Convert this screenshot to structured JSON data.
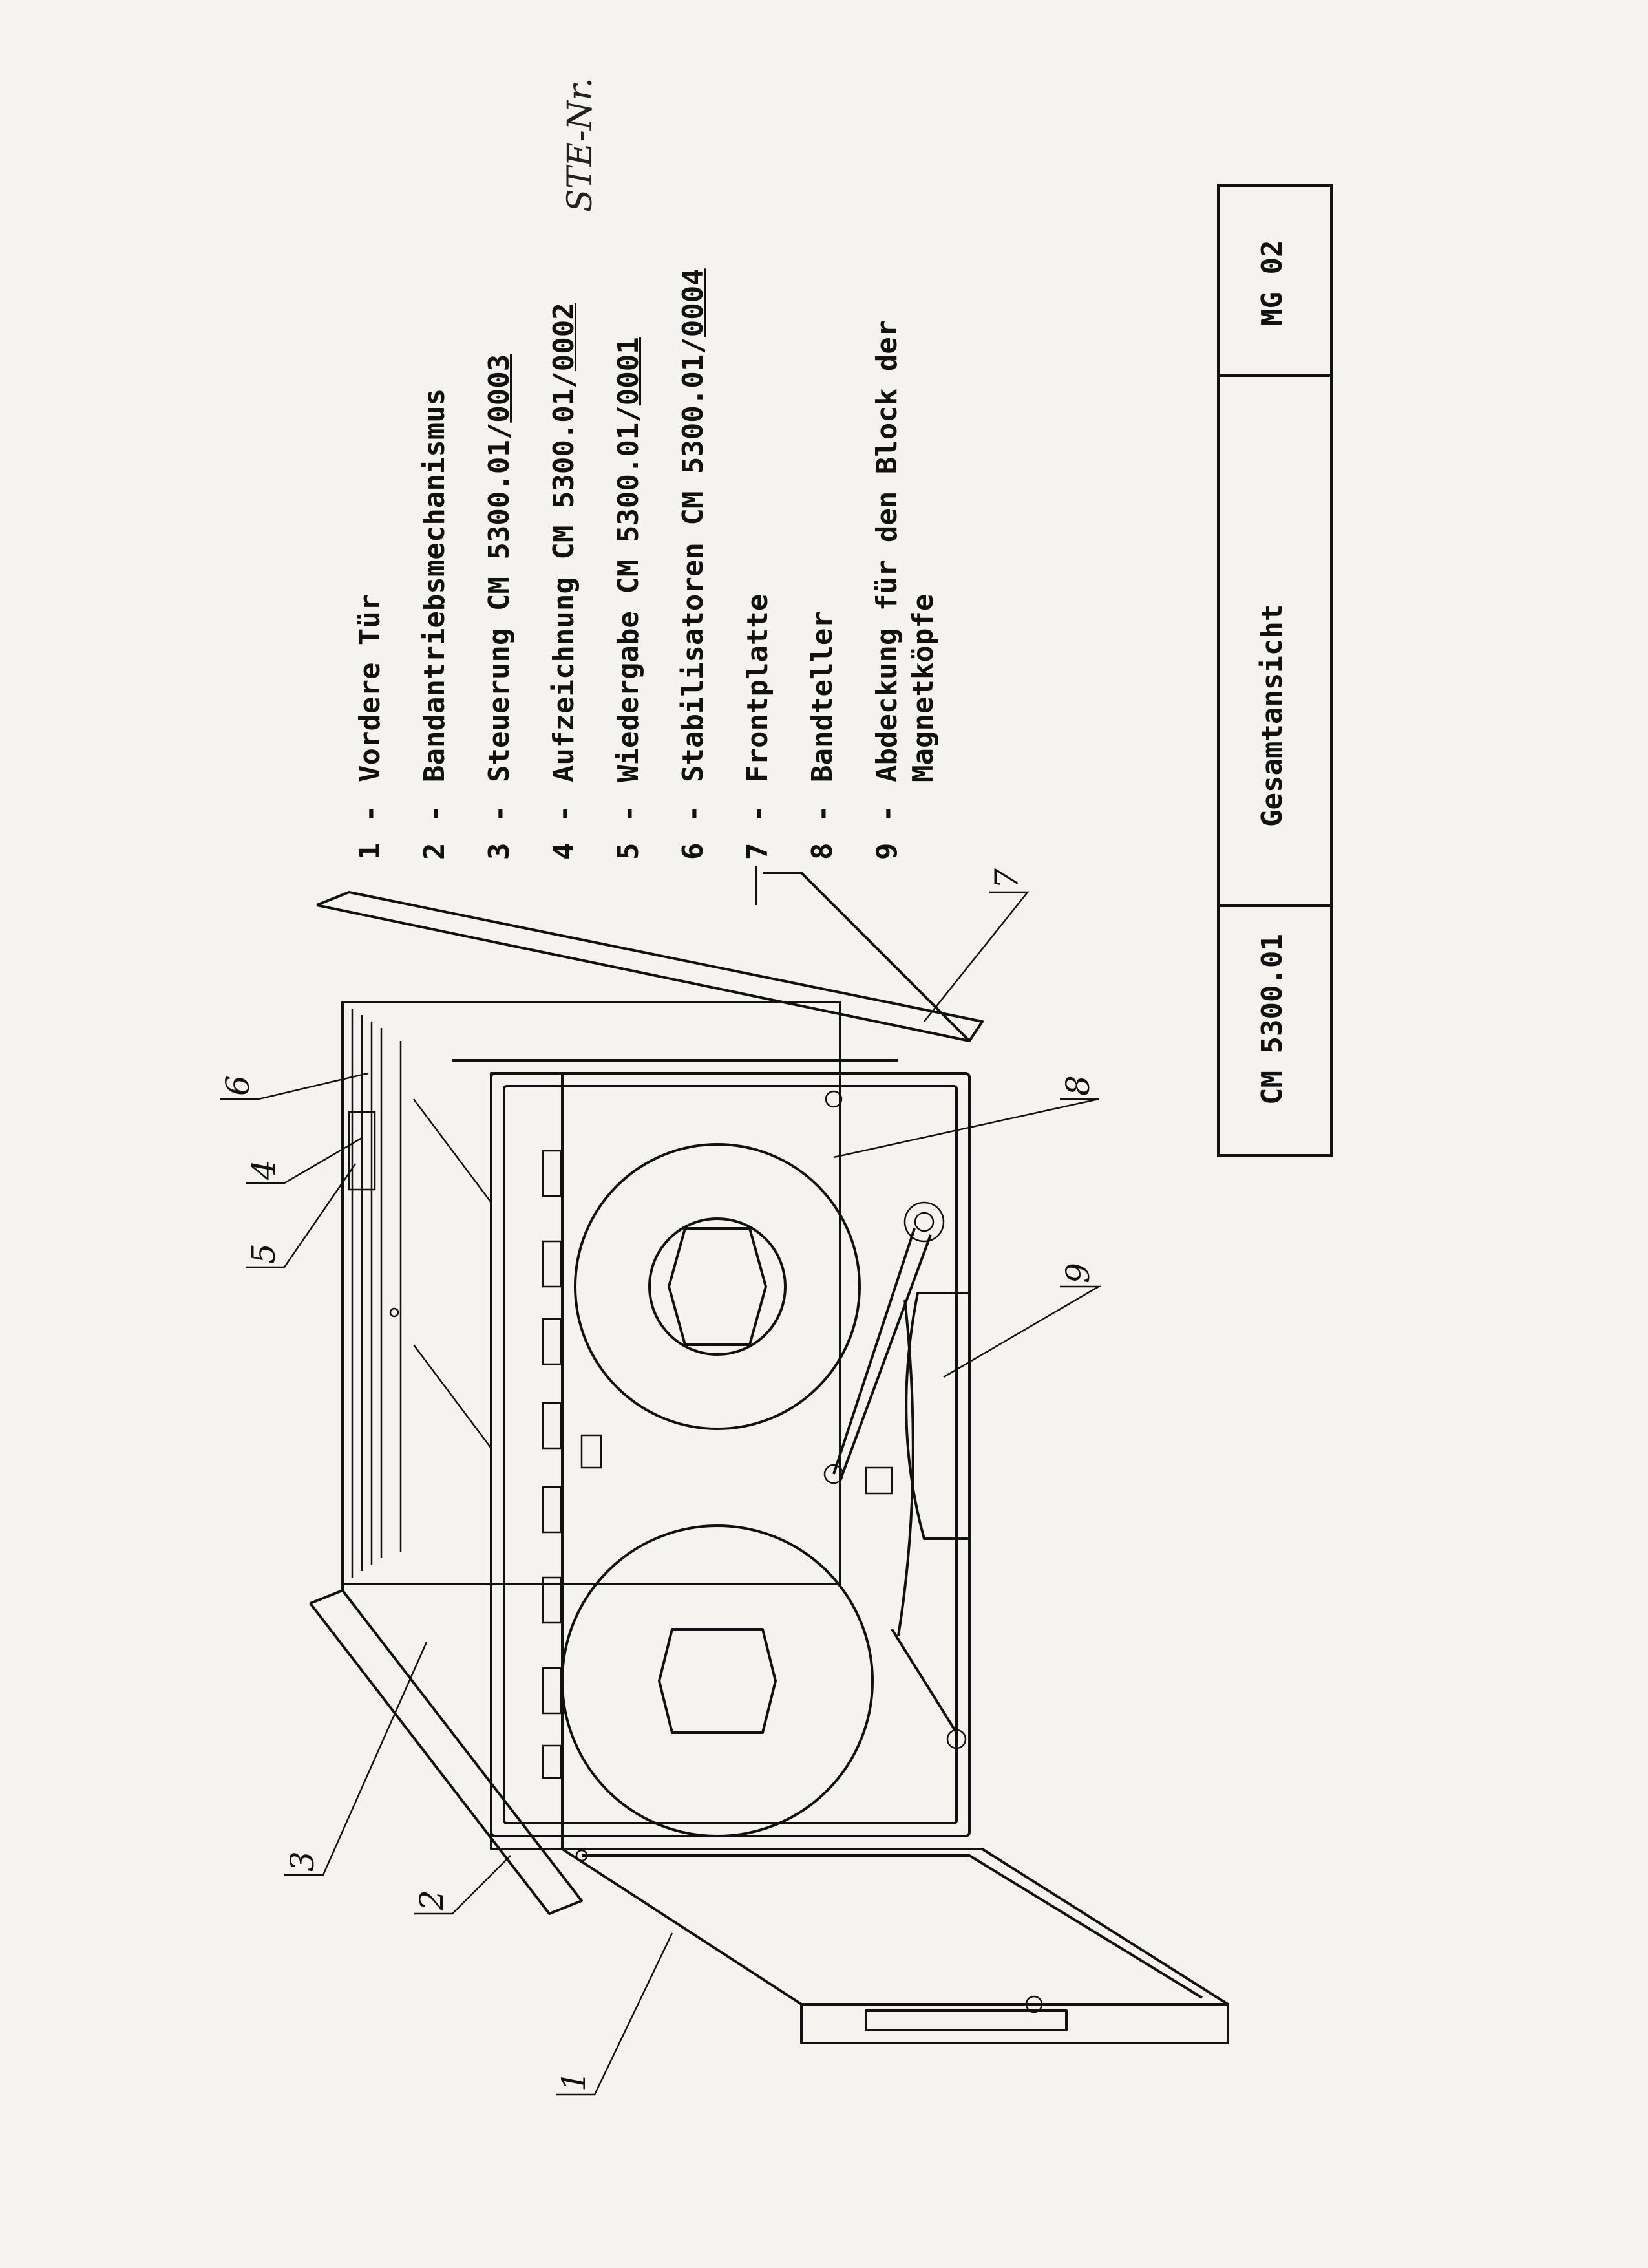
{
  "handwritten_note": "STE-Nr.",
  "legend": [
    {
      "num": "1",
      "dash": "-",
      "text": "Vordere Tür"
    },
    {
      "num": "2",
      "dash": "-",
      "text": "Bandantriebsmechanismus"
    },
    {
      "num": "3",
      "dash": "-",
      "text": "Steuerung CM 5300.01/",
      "code": "0003"
    },
    {
      "num": "4",
      "dash": "-",
      "text": "Aufzeichnung CM 5300.01/",
      "code": "0002"
    },
    {
      "num": "5",
      "dash": "-",
      "text": "Wiedergabe CM 5300.01/",
      "code": "0001"
    },
    {
      "num": "6",
      "dash": "-",
      "text": "Stabilisatoren CM 5300.01/",
      "code": "0004"
    },
    {
      "num": "7",
      "dash": "-",
      "text": "Frontplatte"
    },
    {
      "num": "8",
      "dash": "-",
      "text": "Bandteller"
    },
    {
      "num": "9",
      "dash": "-",
      "text": "Abdeckung für den Block der",
      "text2": "Magnetköpfe"
    }
  ],
  "title_block": {
    "model": "CM 5300.01",
    "title": "Gesamtansicht",
    "sheet": "MG 02"
  },
  "drawing_labels": [
    "1",
    "2",
    "3",
    "4",
    "5",
    "6",
    "7",
    "8",
    "9"
  ]
}
